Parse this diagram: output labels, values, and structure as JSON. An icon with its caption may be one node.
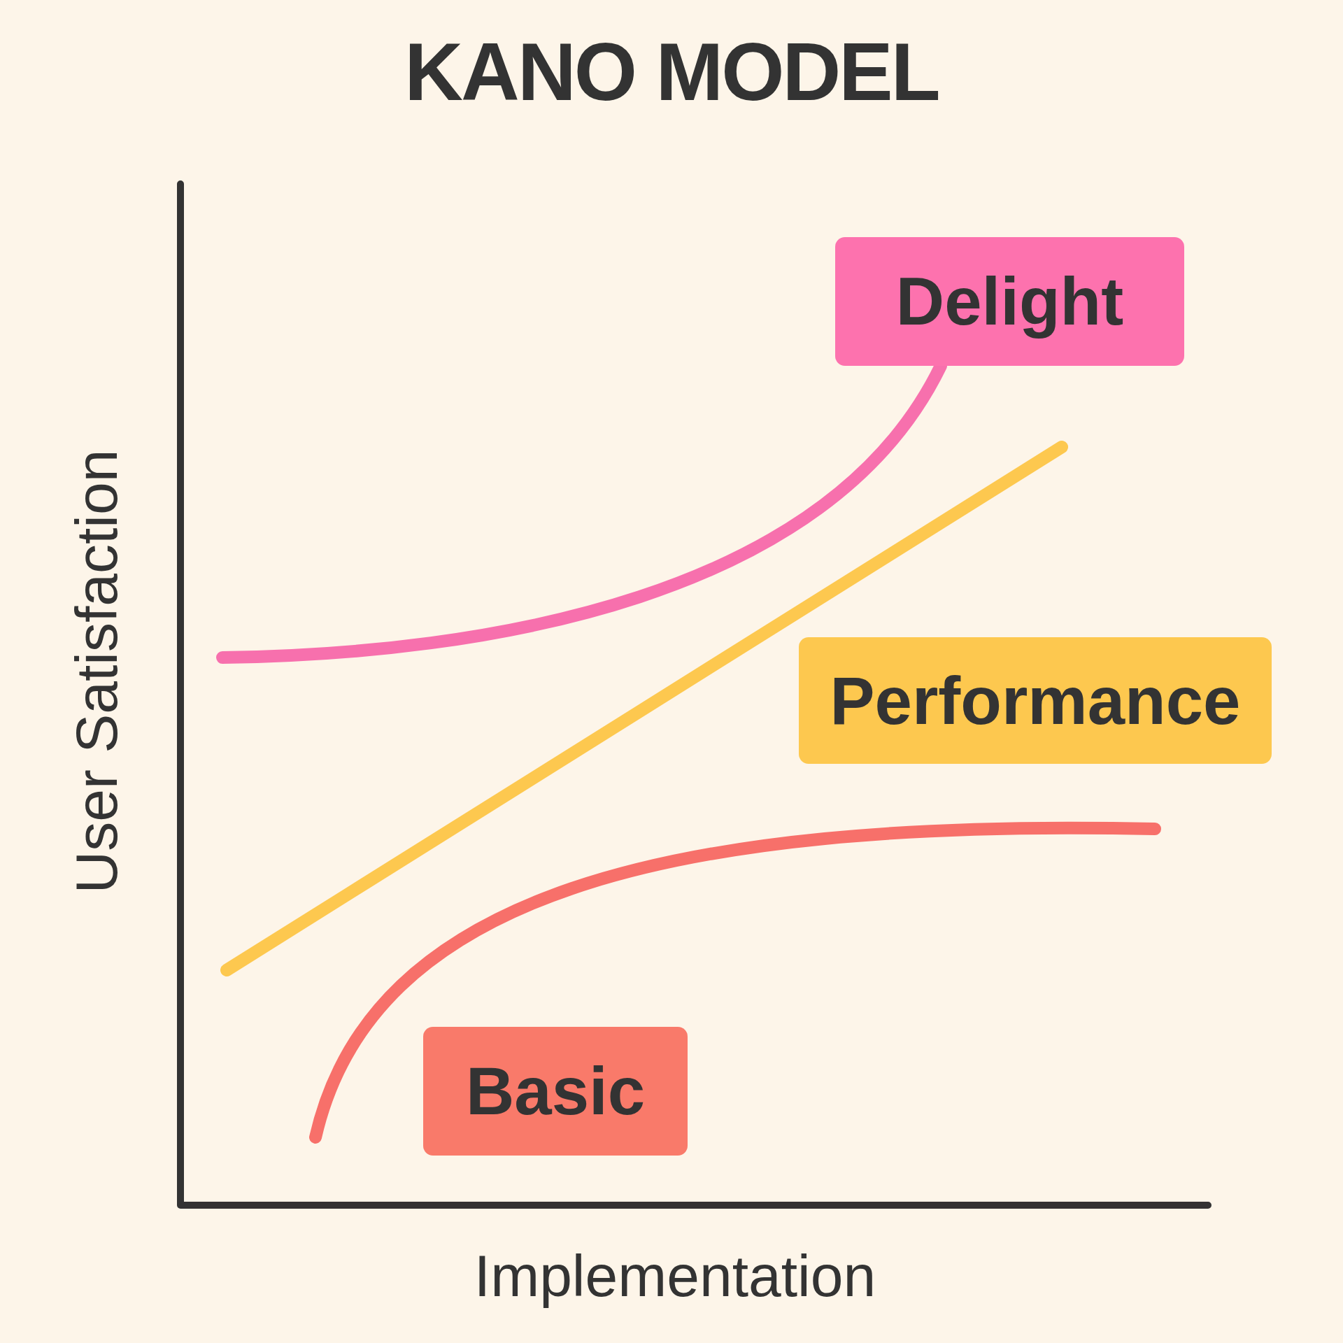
{
  "diagram": {
    "title": "KANO MODEL",
    "nodes": [
      {
        "text": [
          "Delight"
        ]
      },
      {
        "text": [
          "Performance"
        ]
      },
      {
        "text": [
          "Basic"
        ]
      }
    ],
    "labels": [
      "User Satisfaction",
      "Implementation"
    ]
  }
}
